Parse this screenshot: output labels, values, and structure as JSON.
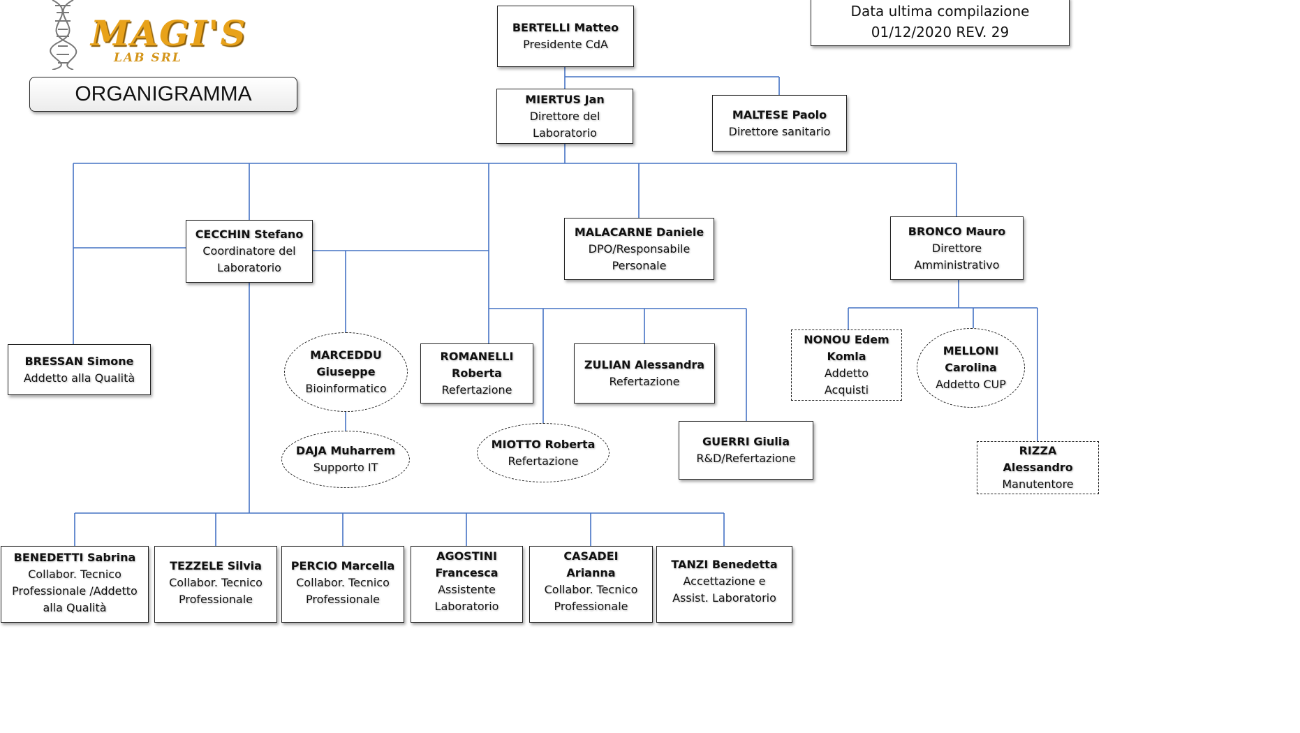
{
  "header": {
    "logo_main": "MAGI'S",
    "logo_sub": "LAB SRL",
    "title": "ORGANIGRAMMA",
    "compile_label": "Data ultima compilazione",
    "compile_value": "01/12/2020  REV. 29"
  },
  "colors": {
    "connector": "#4472c4",
    "logo": "#e8a21a",
    "border": "#222222"
  },
  "people": {
    "bertelli": {
      "name": "BERTELLI Matteo",
      "role": "Presidente CdA"
    },
    "miertus": {
      "name": "MIERTUS Jan",
      "role": "Direttore del Laboratorio"
    },
    "maltese": {
      "name": "MALTESE Paolo",
      "role": "Direttore sanitario"
    },
    "cecchin": {
      "name": "CECCHIN Stefano",
      "role": "Coordinatore del Laboratorio"
    },
    "malacarne": {
      "name": "MALACARNE Daniele",
      "role": "DPO/Responsabile Personale"
    },
    "bronco": {
      "name": "BRONCO Mauro",
      "role": "Direttore Amministrativo"
    },
    "bressan": {
      "name": "BRESSAN Simone",
      "role": "Addetto alla Qualità"
    },
    "marceddu": {
      "name": "MARCEDDU Giuseppe",
      "role": "Bioinformatico"
    },
    "daja": {
      "name": "DAJA Muharrem",
      "role": "Supporto IT"
    },
    "romanelli": {
      "name": "ROMANELLI Roberta",
      "role": "Refertazione"
    },
    "zulian": {
      "name": "ZULIAN Alessandra",
      "role": "Refertazione"
    },
    "miotto": {
      "name": "MIOTTO Roberta",
      "role": "Refertazione"
    },
    "guerri": {
      "name": "GUERRI Giulia",
      "role": "R&D/Refertazione"
    },
    "nonou": {
      "name": "NONOU Edem Komla",
      "role": "Addetto Acquisti"
    },
    "melloni": {
      "name": "MELLONI Carolina",
      "role": "Addetto CUP"
    },
    "rizza": {
      "name": "RIZZA Alessandro",
      "role": "Manutentore"
    },
    "benedetti": {
      "name": "BENEDETTI Sabrina",
      "role": "Collabor. Tecnico Professionale /Addetto alla Qualità"
    },
    "tezzele": {
      "name": "TEZZELE Silvia",
      "role": "Collabor. Tecnico Professionale"
    },
    "percio": {
      "name": "PERCIO Marcella",
      "role": "Collabor. Tecnico Professionale"
    },
    "agostini": {
      "name": "AGOSTINI Francesca",
      "role": "Assistente Laboratorio"
    },
    "casadei": {
      "name": "CASADEI Arianna",
      "role": "Collabor. Tecnico Professionale"
    },
    "tanzi": {
      "name": "TANZI Benedetta",
      "role": "Accettazione e Assist. Laboratorio"
    }
  }
}
